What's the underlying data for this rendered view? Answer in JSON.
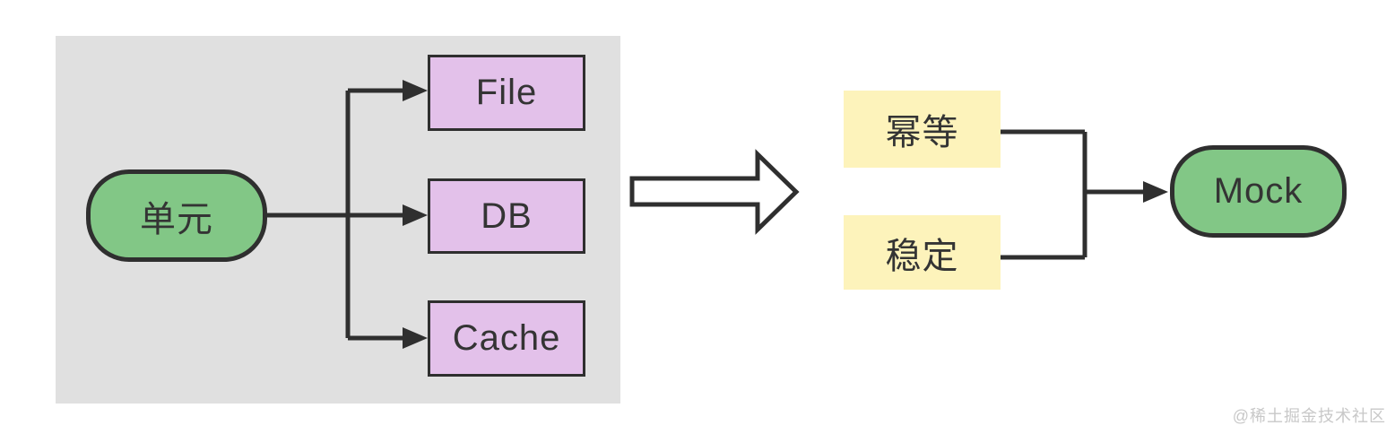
{
  "diagram": {
    "left_panel": {
      "source": {
        "label": "单元"
      },
      "targets": [
        {
          "label": "File"
        },
        {
          "label": "DB"
        },
        {
          "label": "Cache"
        }
      ]
    },
    "right_panel": {
      "conditions": [
        {
          "label": "幂等"
        },
        {
          "label": "稳定"
        }
      ],
      "result": {
        "label": "Mock"
      }
    },
    "watermark": "@稀土掘金技术社区",
    "colors": {
      "node_green": "#82c786",
      "box_purple": "#e3c1ea",
      "box_yellow": "#fdf3bb",
      "panel_gray": "#e0e0e0",
      "line_dark": "#2f2f2f",
      "watermark_gray": "#c8c8c8",
      "background": "#ffffff"
    }
  }
}
